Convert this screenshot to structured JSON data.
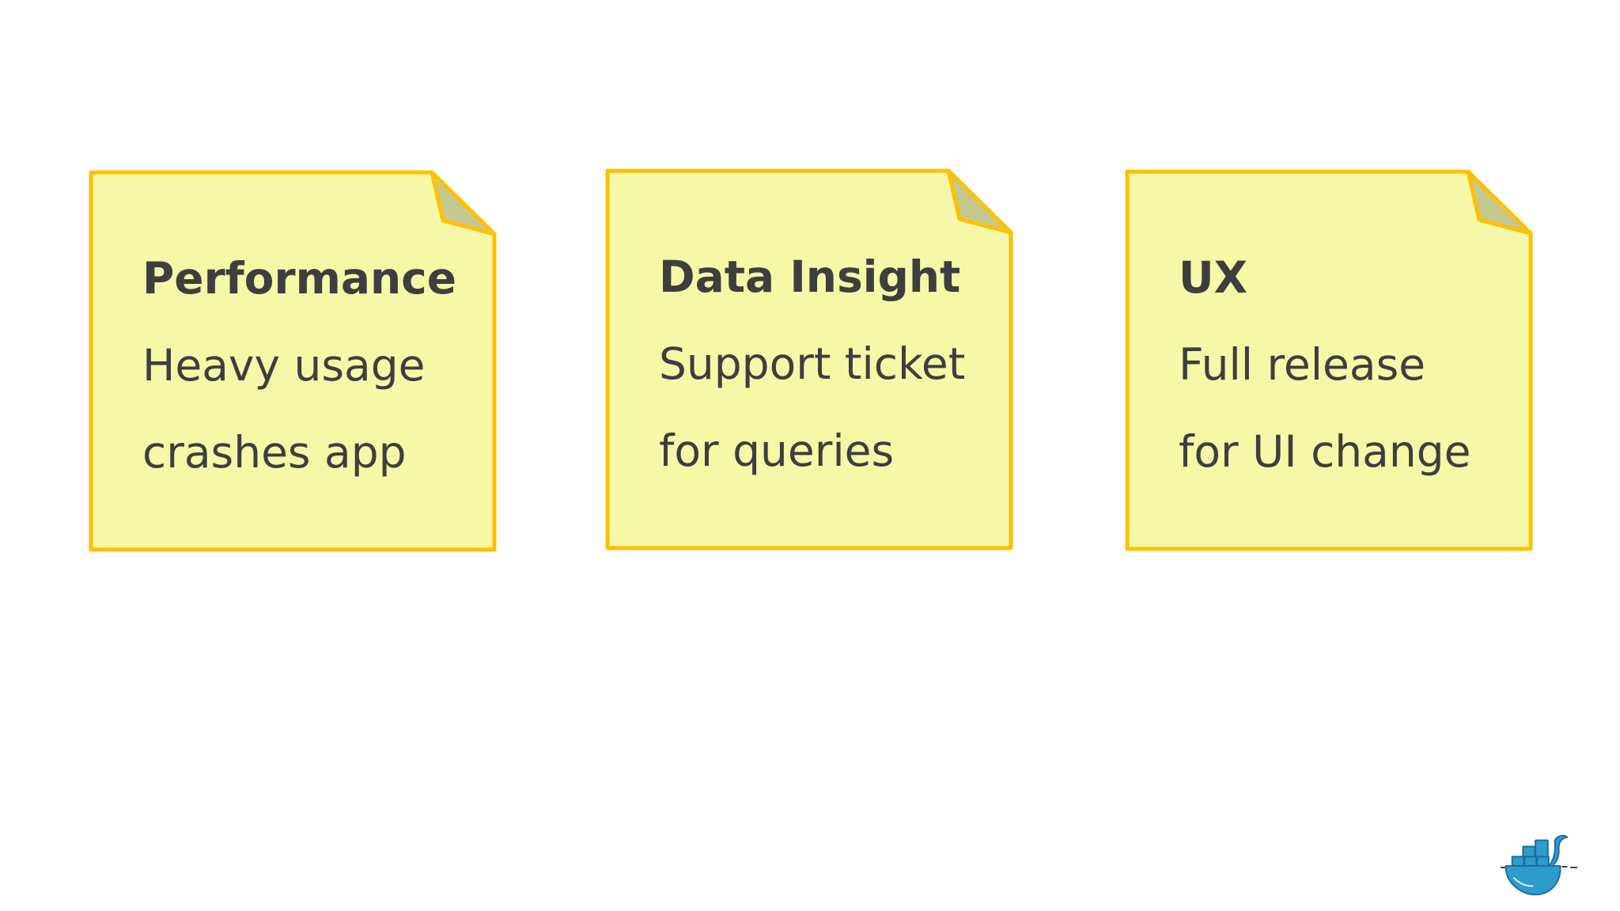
{
  "canvas": {
    "background": "#ffffff"
  },
  "notes": [
    {
      "title": "Performance",
      "lines": [
        "Heavy usage",
        "crashes app"
      ]
    },
    {
      "title": "Data Insight",
      "lines": [
        "Support ticket",
        "for queries"
      ]
    },
    {
      "title": "UX",
      "lines": [
        "Full release",
        "for UI change"
      ]
    }
  ],
  "colors": {
    "canvas_bg": "#ffffff",
    "note_fill": "#F5F9A7",
    "note_border": "#FFC000",
    "fold_fill": "#C5C88E",
    "text_color": "#3E3E3E",
    "docker_blue": "#2E9CCB"
  },
  "icons": {
    "docker_logo": "docker-whale"
  }
}
